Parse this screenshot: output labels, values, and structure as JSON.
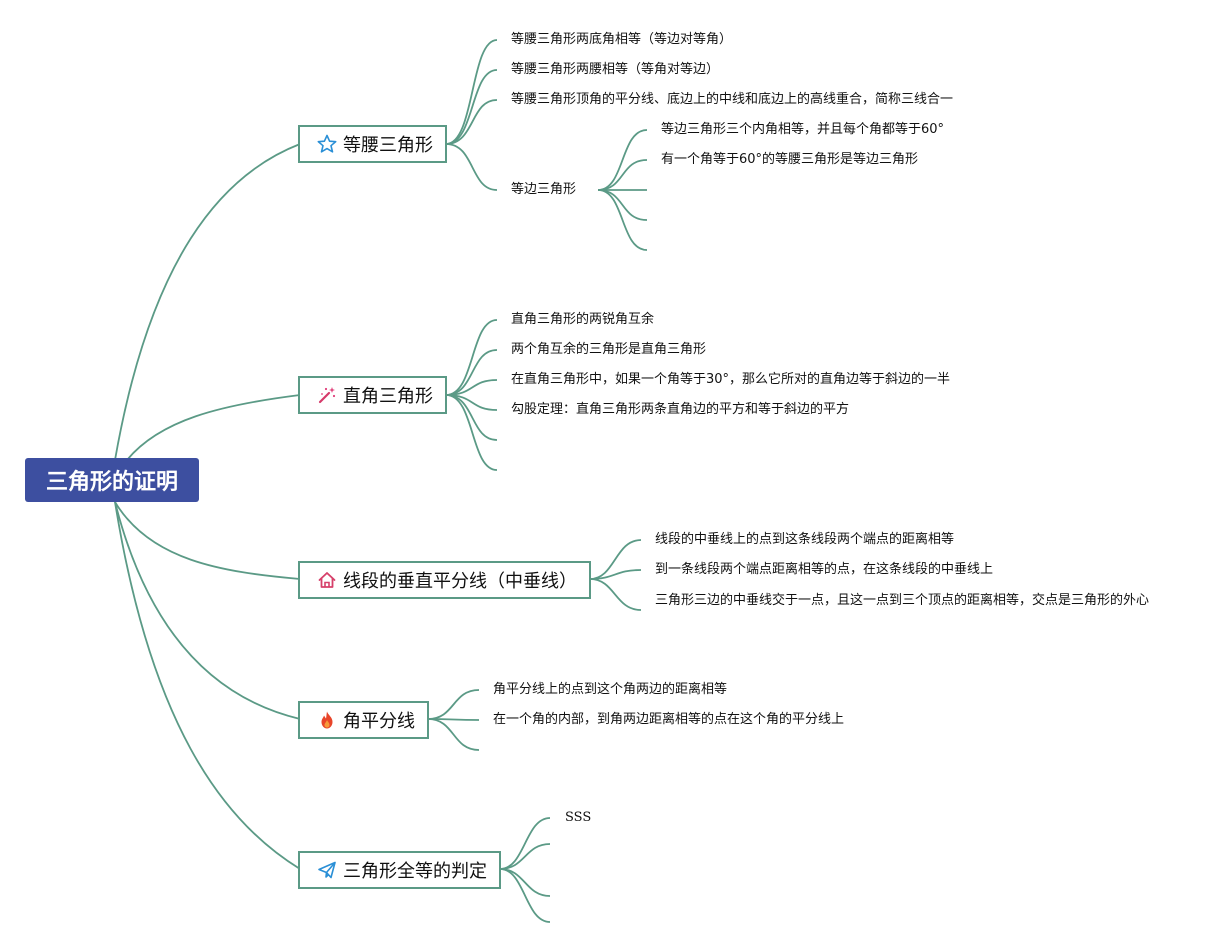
{
  "root": {
    "label": "三角形的证明"
  },
  "colors": {
    "root_fill": "#3d4fa0",
    "line": "#5b9a86"
  },
  "branches": [
    {
      "label": "等腰三角形",
      "icon": "star-icon",
      "items": [
        "等腰三角形两底角相等（等边对等角）",
        "等腰三角形两腰相等（等角对等边）",
        "等腰三角形顶角的平分线、底边上的中线和底边上的高线重合，简称三线合一",
        "等边三角形"
      ],
      "sub_items": [
        "等边三角形三个内角相等，并且每个角都等于60°",
        "有一个角等于60°的等腰三角形是等边三角形",
        "",
        "",
        ""
      ]
    },
    {
      "label": "直角三角形",
      "icon": "magic-wand-icon",
      "items": [
        "直角三角形的两锐角互余",
        "两个角互余的三角形是直角三角形",
        "在直角三角形中，如果一个角等于30°，那么它所对的直角边等于斜边的一半",
        "勾股定理：直角三角形两条直角边的平方和等于斜边的平方",
        "",
        ""
      ]
    },
    {
      "label": "线段的垂直平分线（中垂线）",
      "icon": "home-icon",
      "items": [
        "线段的中垂线上的点到这条线段两个端点的距离相等",
        "到一条线段两个端点距离相等的点，在这条线段的中垂线上",
        "三角形三边的中垂线交于一点，且这一点到三个顶点的距离相等，交点是三角形的外心"
      ]
    },
    {
      "label": "角平分线",
      "icon": "fire-icon",
      "items": [
        "角平分线上的点到这个角两边的距离相等",
        "在一个角的内部，到角两边距离相等的点在这个角的平分线上",
        ""
      ]
    },
    {
      "label": "三角形全等的判定",
      "icon": "paper-plane-icon",
      "items": [
        "SSS",
        "",
        "",
        ""
      ]
    }
  ]
}
